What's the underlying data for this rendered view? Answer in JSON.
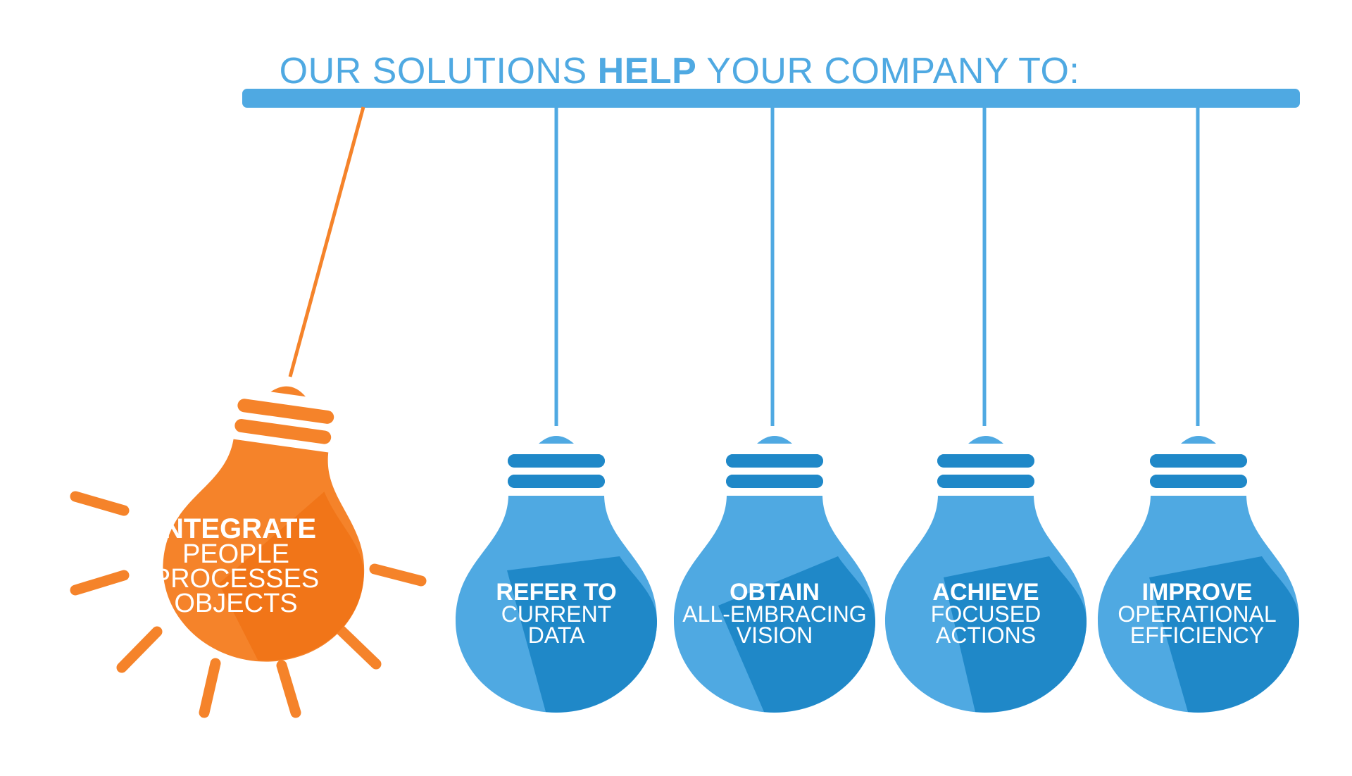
{
  "headline": {
    "part1": "OUR SOLUTIONS ",
    "bold": "HELP",
    "part2": " YOUR COMPANY TO:"
  },
  "colors": {
    "blue_light": "#4fa9e2",
    "blue_dark": "#1f88c8",
    "orange_light": "#f5832a",
    "orange_dark": "#ec6a0a"
  },
  "bulbs": [
    {
      "title": "INTEGRATE",
      "lines": [
        "PEOPLE",
        "PROCESSES",
        "OBJECTS"
      ]
    },
    {
      "title": "REFER TO",
      "lines": [
        "CURRENT",
        "DATA"
      ]
    },
    {
      "title": "OBTAIN",
      "lines": [
        "ALL-EMBRACING",
        "VISION"
      ]
    },
    {
      "title": "ACHIEVE",
      "lines": [
        "FOCUSED",
        "ACTIONS"
      ]
    },
    {
      "title": "IMPROVE",
      "lines": [
        "OPERATIONAL",
        "EFFICIENCY"
      ]
    }
  ]
}
